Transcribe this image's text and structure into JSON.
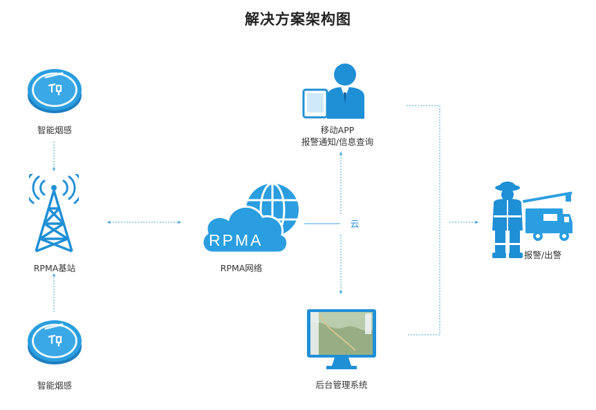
{
  "title": "解决方案架构图",
  "nodes": {
    "smoke_top": {
      "label": "智能烟感"
    },
    "smoke_bottom": {
      "label": "智能烟感"
    },
    "base_station": {
      "label": "RPMA基站"
    },
    "rpma_network": {
      "label": "RPMA网络",
      "logo_text": "RPMA"
    },
    "mobile_app": {
      "line1": "移动APP",
      "line2": "报警通知/信息查询"
    },
    "backend": {
      "label": "后台管理系统"
    },
    "alarm": {
      "label": "报警/出警"
    },
    "cloud": {
      "label": "云"
    }
  },
  "colors": {
    "accent": "#29a3e0",
    "dark_blue": "#1a6fa8",
    "line": "#5aafe0"
  },
  "icons": [
    "smoke-detector-icon",
    "radio-tower-icon",
    "rpma-cloud-globe-icon",
    "user-tablet-icon",
    "monitor-map-icon",
    "firefighter-truck-icon"
  ]
}
